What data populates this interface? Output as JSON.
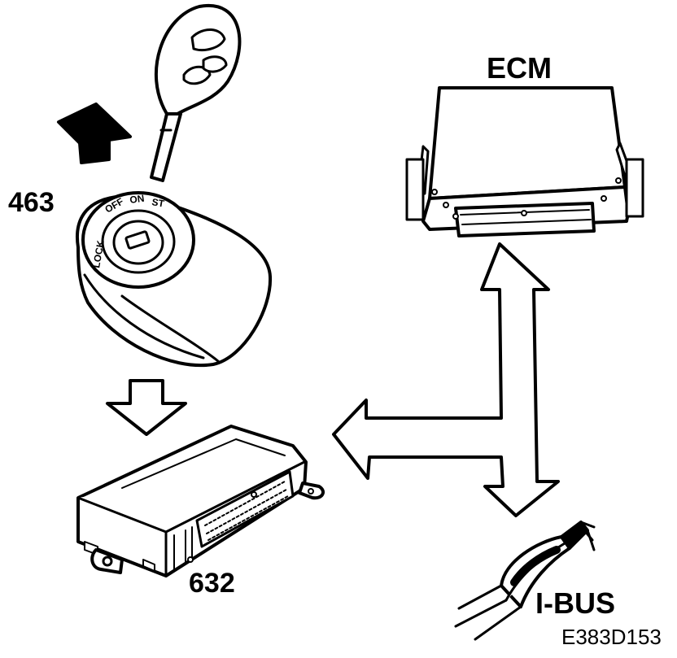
{
  "labels": {
    "ignition_switch": "463",
    "ecm": "ECM",
    "control_module": "632",
    "ibus": "I-BUS",
    "figure_code": "E383D153"
  },
  "switch_positions": {
    "lock": "LOCK",
    "off": "OFF",
    "on": "ON",
    "start": "ST"
  },
  "colors": {
    "line": "#000000",
    "fill": "#ffffff"
  }
}
